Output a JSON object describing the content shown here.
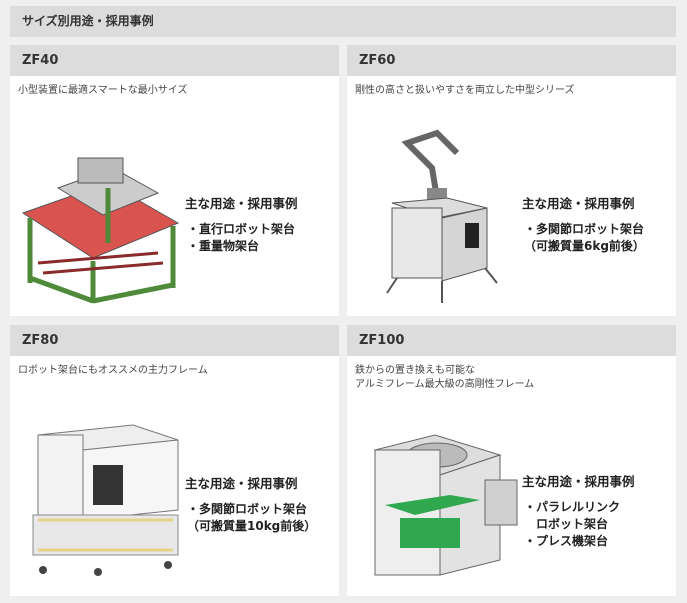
{
  "section_title": "サイズ別用途・採用事例",
  "uses_title": "主な用途・採用事例",
  "cards": [
    {
      "name": "ZF40",
      "desc": [
        "小型装置に最適スマートな最小サイズ"
      ],
      "uses": [
        "・直行ロボット架台",
        "・重量物架台"
      ]
    },
    {
      "name": "ZF60",
      "desc": [
        "剛性の高さと扱いやすさを両立した中型シリーズ"
      ],
      "uses": [
        "・多関節ロボット架台",
        "（可搬質量6kg前後）"
      ]
    },
    {
      "name": "ZF80",
      "desc": [
        "ロボット架台にもオススメの主力フレーム"
      ],
      "uses": [
        "・多関節ロボット架台",
        "（可搬質量10kg前後）"
      ]
    },
    {
      "name": "ZF100",
      "desc": [
        "鉄からの置き換えも可能な",
        "アルミフレーム最大級の高剛性フレーム"
      ],
      "uses": [
        "・パラレルリンク",
        "　ロボット架台",
        "・プレス機架台"
      ]
    }
  ]
}
